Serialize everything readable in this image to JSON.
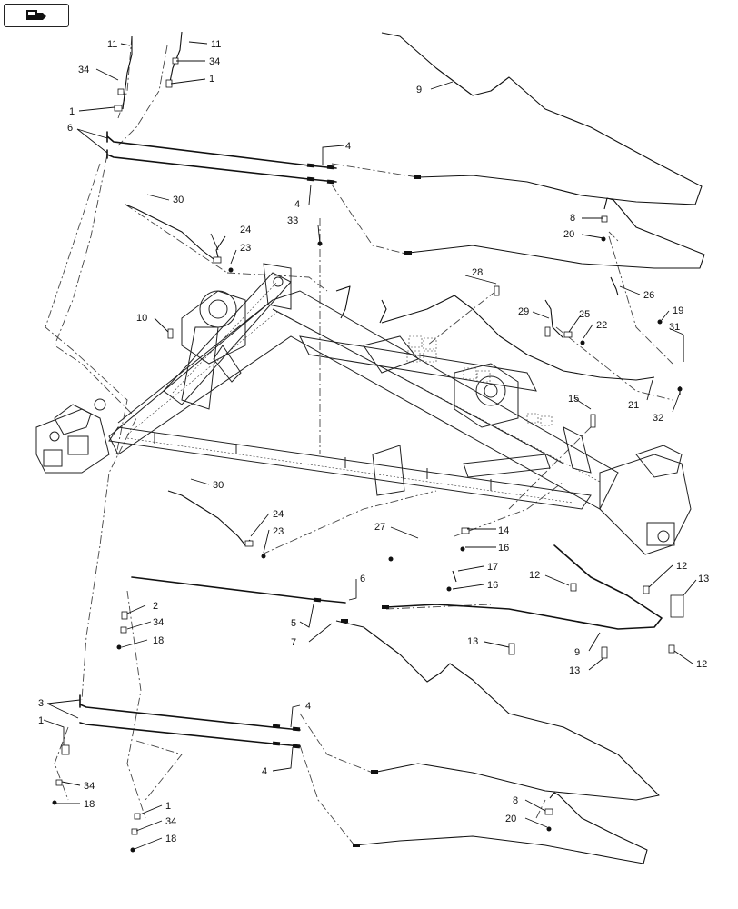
{
  "toolbar": {
    "nav_icon": "return-to-index-icon"
  },
  "callouts": [
    {
      "id": "c11a",
      "text": "11"
    },
    {
      "id": "c34a",
      "text": "34"
    },
    {
      "id": "c1a",
      "text": "1"
    },
    {
      "id": "c6a",
      "text": "6"
    },
    {
      "id": "c11b",
      "text": "11"
    },
    {
      "id": "c34b",
      "text": "34"
    },
    {
      "id": "c1b",
      "text": "1"
    },
    {
      "id": "c9a",
      "text": "9"
    },
    {
      "id": "c4a",
      "text": "4"
    },
    {
      "id": "c4b",
      "text": "4"
    },
    {
      "id": "c30a",
      "text": "30"
    },
    {
      "id": "c33",
      "text": "33"
    },
    {
      "id": "c24a",
      "text": "24"
    },
    {
      "id": "c23a",
      "text": "23"
    },
    {
      "id": "c8a",
      "text": "8"
    },
    {
      "id": "c20a",
      "text": "20"
    },
    {
      "id": "c28",
      "text": "28"
    },
    {
      "id": "c26",
      "text": "26"
    },
    {
      "id": "c10",
      "text": "10"
    },
    {
      "id": "c29",
      "text": "29"
    },
    {
      "id": "c25",
      "text": "25"
    },
    {
      "id": "c22",
      "text": "22"
    },
    {
      "id": "c19",
      "text": "19"
    },
    {
      "id": "c31",
      "text": "31"
    },
    {
      "id": "c21",
      "text": "21"
    },
    {
      "id": "c32",
      "text": "32"
    },
    {
      "id": "c15",
      "text": "15"
    },
    {
      "id": "c30b",
      "text": "30"
    },
    {
      "id": "c24b",
      "text": "24"
    },
    {
      "id": "c23b",
      "text": "23"
    },
    {
      "id": "c27",
      "text": "27"
    },
    {
      "id": "c14",
      "text": "14"
    },
    {
      "id": "c16a",
      "text": "16"
    },
    {
      "id": "c17",
      "text": "17"
    },
    {
      "id": "c16b",
      "text": "16"
    },
    {
      "id": "c12a",
      "text": "12"
    },
    {
      "id": "c12b",
      "text": "12"
    },
    {
      "id": "c13a",
      "text": "13"
    },
    {
      "id": "c6b",
      "text": "6"
    },
    {
      "id": "c2",
      "text": "2"
    },
    {
      "id": "c34c",
      "text": "34"
    },
    {
      "id": "c18a",
      "text": "18"
    },
    {
      "id": "c5",
      "text": "5"
    },
    {
      "id": "c7",
      "text": "7"
    },
    {
      "id": "c13b",
      "text": "13"
    },
    {
      "id": "c9b",
      "text": "9"
    },
    {
      "id": "c12c",
      "text": "12"
    },
    {
      "id": "c13c",
      "text": "13"
    },
    {
      "id": "c3",
      "text": "3"
    },
    {
      "id": "c1c",
      "text": "1"
    },
    {
      "id": "c4c",
      "text": "4"
    },
    {
      "id": "c4d",
      "text": "4"
    },
    {
      "id": "c34d",
      "text": "34"
    },
    {
      "id": "c18b",
      "text": "18"
    },
    {
      "id": "c1d",
      "text": "1"
    },
    {
      "id": "c34e",
      "text": "34"
    },
    {
      "id": "c18c",
      "text": "18"
    },
    {
      "id": "c8b",
      "text": "8"
    },
    {
      "id": "c20b",
      "text": "20"
    }
  ]
}
